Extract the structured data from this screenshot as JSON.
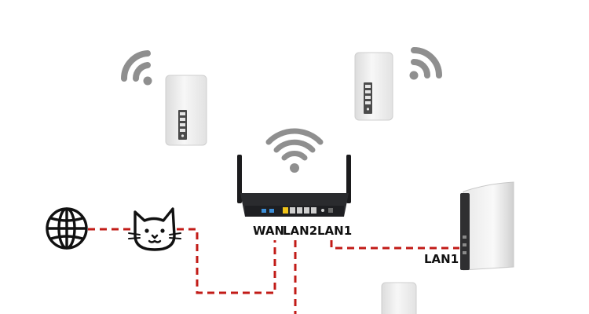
{
  "labels": {
    "router_wan": "WAN",
    "router_lan2": "LAN2",
    "router_lan1": "LAN1",
    "device_lan1": "LAN1"
  },
  "colors": {
    "cable": "#c21b17",
    "wifi": "#8f8f8f",
    "node_body": "#f4f4f4",
    "router_body": "#2a2b2e",
    "icon_stroke": "#111111"
  },
  "icons": {
    "internet": "globe-icon",
    "modem": "cat-icon",
    "wifi": "wifi-icon"
  }
}
